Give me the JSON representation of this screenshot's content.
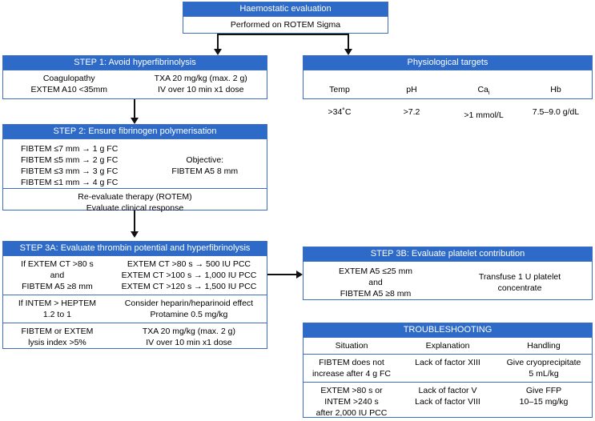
{
  "top": {
    "title": "Haemostatic evaluation",
    "body": "Performed on ROTEM Sigma"
  },
  "step1": {
    "title": "STEP 1: Avoid hyperfibrinolysis",
    "left": "Coagulopathy\nEXTEM A10 <35mm",
    "right": "TXA 20 mg/kg (max. 2 g)\nIV over 10 min x1 dose"
  },
  "physiological": {
    "title": "Physiological targets",
    "cols": [
      {
        "label": "Temp",
        "value": ">34˚C"
      },
      {
        "label": "pH",
        "value": ">7.2"
      },
      {
        "label": "Ca",
        "sub": "i",
        "value": ">1 mmol/L"
      },
      {
        "label": "Hb",
        "value": "7.5–9.0 g/dL"
      }
    ]
  },
  "step2": {
    "title": "STEP 2: Ensure fibrinogen polymerisation",
    "left": "FIBTEM ≤7 mm → 1 g FC\nFIBTEM ≤5 mm → 2 g FC\nFIBTEM ≤3 mm → 3 g FC\nFIBTEM ≤1 mm → 4 g FC",
    "right": "Objective:\nFIBTEM A5 8 mm",
    "footer": "Re-evaluate therapy (ROTEM)\nEvaluate clinical response"
  },
  "step3a": {
    "title": "STEP 3A: Evaluate thrombin potential and hyperfibrinolysis",
    "rows": [
      {
        "left": "If EXTEM CT >80 s\nand\nFIBTEM A5 ≥8 mm",
        "right": "EXTEM CT >80 s → 500 IU PCC\nEXTEM CT >100 s → 1,000 IU PCC\nEXTEM CT >120 s → 1,500 IU PCC"
      },
      {
        "left": "If INTEM > HEPTEM\n1.2 to 1",
        "right": "Consider heparin/heparinoid effect\nProtamine 0.5 mg/kg"
      },
      {
        "left": "FIBTEM or EXTEM\nlysis index >5%",
        "right": "TXA 20 mg/kg (max. 2 g)\nIV over 10 min x1 dose"
      }
    ]
  },
  "step3b": {
    "title": "STEP 3B: Evaluate platelet contribution",
    "left": "EXTEM A5 ≤25 mm\nand\nFIBTEM A5 ≥8 mm",
    "right": "Transfuse 1 U platelet\nconcentrate"
  },
  "troubleshooting": {
    "title": "TROUBLESHOOTING",
    "headers": [
      "Situation",
      "Explanation",
      "Handling"
    ],
    "rows": [
      {
        "situation": "FIBTEM does not\nincrease after 4 g FC",
        "explanation": "Lack of factor XIII",
        "handling": "Give cryoprecipitate\n5 mL/kg"
      },
      {
        "situation": "EXTEM >80 s or\nINTEM >240 s\nafter 2,000 IU PCC",
        "explanation": "Lack of factor V\nLack of factor VIII",
        "handling": "Give FFP\n10–15 mg/kg"
      }
    ]
  },
  "colors": {
    "header_blue": "#2E6AC8",
    "border_blue": "#3D6EC4",
    "connector": "#111111"
  }
}
